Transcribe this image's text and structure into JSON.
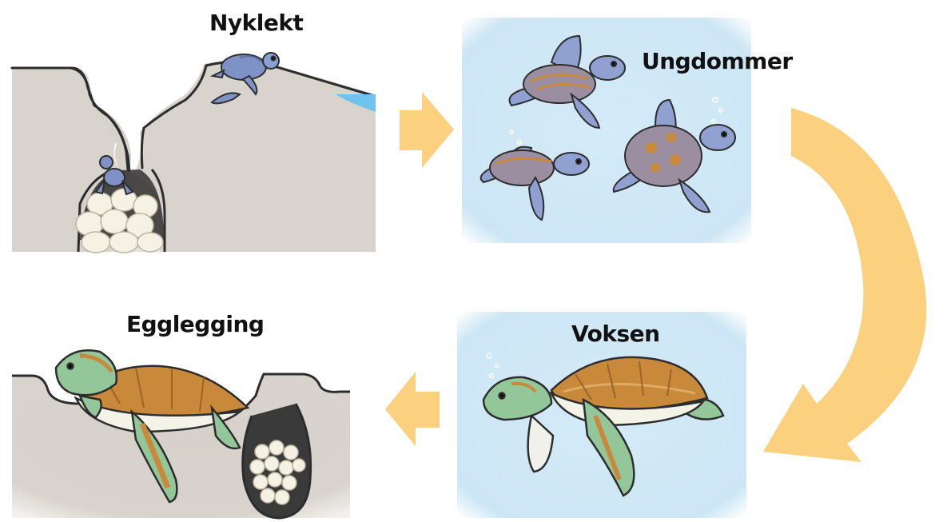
{
  "stages": {
    "hatchling": {
      "label": "Nyklekt"
    },
    "juvenile": {
      "label": "Ungdommer"
    },
    "adult": {
      "label": "Voksen"
    },
    "egg_laying": {
      "label": "Egglegging"
    }
  },
  "colors": {
    "arrow": "#fbd07e",
    "water": "#cde6f5",
    "sand": "#d8d3cc",
    "outline": "#2d2d2d",
    "hatchling_skin": "#7e92c6",
    "adult_shell": "#c8893b",
    "adult_skin": "#93c79a",
    "egg": "#f5f1e4"
  }
}
